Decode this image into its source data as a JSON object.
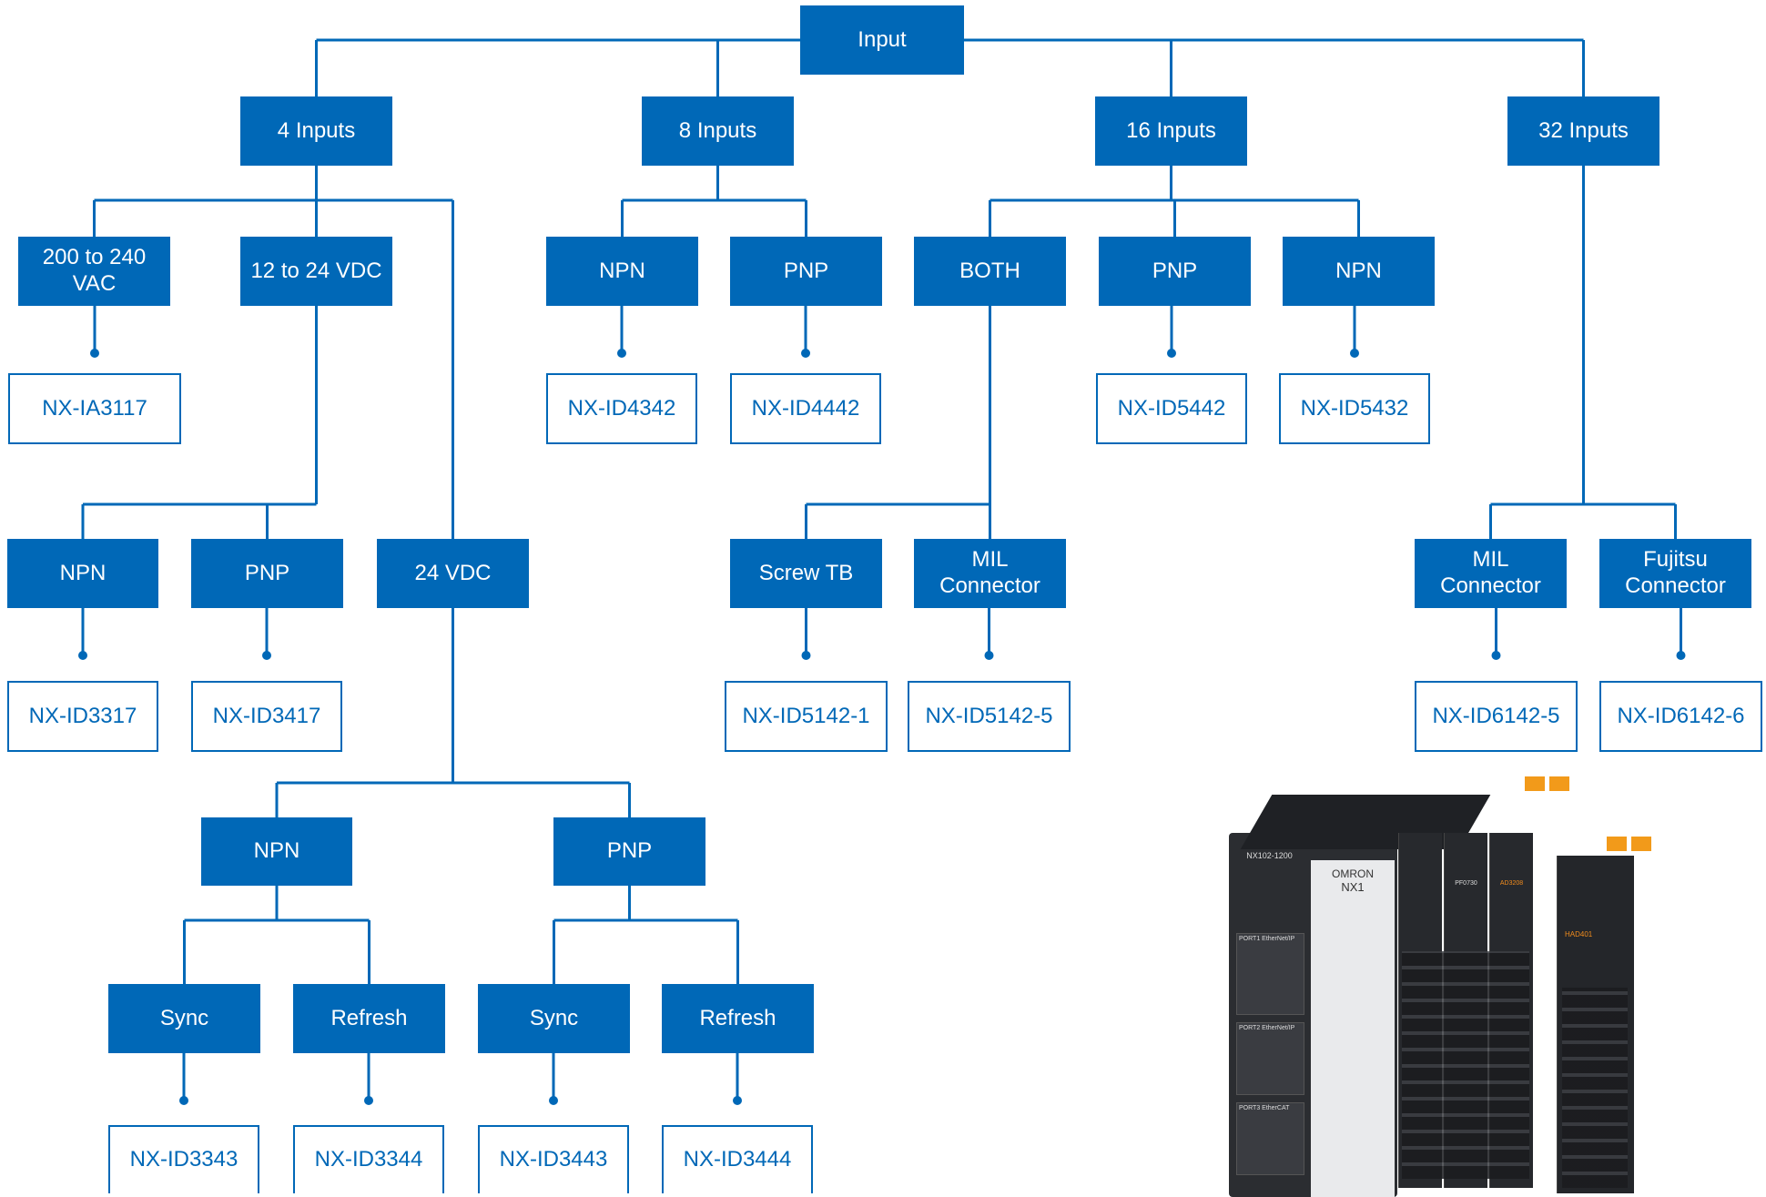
{
  "diagram": {
    "colors": {
      "accent": "#0068b7",
      "background": "#ffffff",
      "box_text": "#ffffff"
    },
    "nodes": {
      "root": "Input",
      "in4": "4 Inputs",
      "in8": "8 Inputs",
      "in16": "16 Inputs",
      "in32": "32 Inputs",
      "ac": "200 to 240\nVAC",
      "dc1224": "12 to 24 VDC",
      "npn8": "NPN",
      "pnp8": "PNP",
      "both16": "BOTH",
      "pnp16": "PNP",
      "npn16": "NPN",
      "p_ia3117": "NX-IA3117",
      "p_id4342": "NX-ID4342",
      "p_id4442": "NX-ID4442",
      "p_id5442": "NX-ID5442",
      "p_id5432": "NX-ID5432",
      "npn_a": "NPN",
      "pnp_a": "PNP",
      "vdc24": "24 VDC",
      "screwtb": "Screw TB",
      "mil16": "MIL\nConnector",
      "mil32": "MIL\nConnector",
      "fuji32": "Fujitsu\nConnector",
      "p_id3317": "NX-ID3317",
      "p_id3417": "NX-ID3417",
      "p_id5142_1": "NX-ID5142-1",
      "p_id5142_5": "NX-ID5142-5",
      "p_id6142_5": "NX-ID6142-5",
      "p_id6142_6": "NX-ID6142-6",
      "npn_b": "NPN",
      "pnp_b": "PNP",
      "sync1": "Sync",
      "refresh1": "Refresh",
      "sync2": "Sync",
      "refresh2": "Refresh",
      "p_id3343": "NX-ID3343",
      "p_id3344": "NX-ID3344",
      "p_id3443": "NX-ID3443",
      "p_id3444": "NX-ID3444"
    },
    "edges": [
      [
        "root",
        "in4"
      ],
      [
        "root",
        "in8"
      ],
      [
        "root",
        "in16"
      ],
      [
        "root",
        "in32"
      ],
      [
        "in4",
        "ac"
      ],
      [
        "in4",
        "dc1224"
      ],
      [
        "in4",
        "vdc24"
      ],
      [
        "in8",
        "npn8"
      ],
      [
        "in8",
        "pnp8"
      ],
      [
        "in16",
        "both16"
      ],
      [
        "in16",
        "pnp16"
      ],
      [
        "in16",
        "npn16"
      ],
      [
        "ac",
        "p_ia3117"
      ],
      [
        "npn8",
        "p_id4342"
      ],
      [
        "pnp8",
        "p_id4442"
      ],
      [
        "pnp16",
        "p_id5442"
      ],
      [
        "npn16",
        "p_id5432"
      ],
      [
        "dc1224",
        "npn_a"
      ],
      [
        "dc1224",
        "pnp_a"
      ],
      [
        "both16",
        "screwtb"
      ],
      [
        "both16",
        "mil16"
      ],
      [
        "in32",
        "mil32"
      ],
      [
        "in32",
        "fuji32"
      ],
      [
        "npn_a",
        "p_id3317"
      ],
      [
        "pnp_a",
        "p_id3417"
      ],
      [
        "screwtb",
        "p_id5142_1"
      ],
      [
        "mil16",
        "p_id5142_5"
      ],
      [
        "mil32",
        "p_id6142_5"
      ],
      [
        "fuji32",
        "p_id6142_6"
      ],
      [
        "vdc24",
        "npn_b"
      ],
      [
        "vdc24",
        "pnp_b"
      ],
      [
        "npn_b",
        "sync1"
      ],
      [
        "npn_b",
        "refresh1"
      ],
      [
        "pnp_b",
        "sync2"
      ],
      [
        "pnp_b",
        "refresh2"
      ],
      [
        "sync1",
        "p_id3343"
      ],
      [
        "refresh1",
        "p_id3344"
      ],
      [
        "sync2",
        "p_id3443"
      ],
      [
        "refresh2",
        "p_id3444"
      ]
    ],
    "product_photo": {
      "brand_label": "OMRON",
      "model_label": "NX1",
      "cpu_label": "NX102-1200",
      "port_labels": [
        "PORT1 EtherNet/IP",
        "PORT2 EtherNet/IP",
        "PORT3 EtherCAT"
      ],
      "module_labels": [
        "PF0730",
        "AD3208",
        "HAD401"
      ]
    }
  }
}
